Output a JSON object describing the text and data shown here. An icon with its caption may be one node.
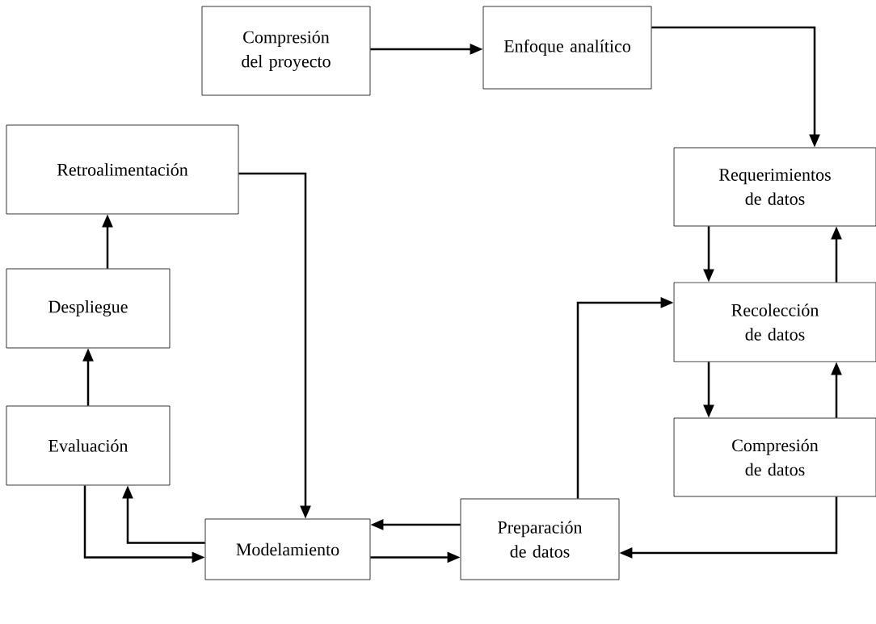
{
  "diagram": {
    "nodes": [
      {
        "text": [
          "Compresión del proyecto"
        ]
      },
      {
        "text": [
          "Enfoque analítico"
        ]
      },
      {
        "text": [
          "Requerimientos de datos"
        ]
      },
      {
        "text": [
          "Recolección de datos"
        ]
      },
      {
        "text": [
          "Compresión de datos"
        ]
      },
      {
        "text": [
          "Preparación de datos"
        ]
      },
      {
        "text": [
          "Modelamiento"
        ]
      },
      {
        "text": [
          "Evaluación"
        ]
      },
      {
        "text": [
          "Despliegue"
        ]
      },
      {
        "text": [
          "Retroalimentación"
        ]
      }
    ],
    "edges": [
      {
        "from": 0,
        "to": 1,
        "arrow": "to"
      },
      {
        "from": 1,
        "to": 2,
        "arrow": "to"
      },
      {
        "from": 2,
        "to": 3,
        "arrow": "to"
      },
      {
        "from": 3,
        "to": 2,
        "arrow": "to"
      },
      {
        "from": 3,
        "to": 4,
        "arrow": "to"
      },
      {
        "from": 4,
        "to": 3,
        "arrow": "to"
      },
      {
        "from": 4,
        "to": 5,
        "arrow": "to"
      },
      {
        "from": 5,
        "to": 3,
        "arrow": "to"
      },
      {
        "from": 5,
        "to": 6,
        "arrow": "to"
      },
      {
        "from": 6,
        "to": 5,
        "arrow": "to"
      },
      {
        "from": 6,
        "to": 7,
        "arrow": "to"
      },
      {
        "from": 7,
        "to": 6,
        "arrow": "to"
      },
      {
        "from": 7,
        "to": 8,
        "arrow": "to"
      },
      {
        "from": 8,
        "to": 9,
        "arrow": "to"
      },
      {
        "from": 9,
        "to": 6,
        "arrow": "to"
      }
    ]
  }
}
